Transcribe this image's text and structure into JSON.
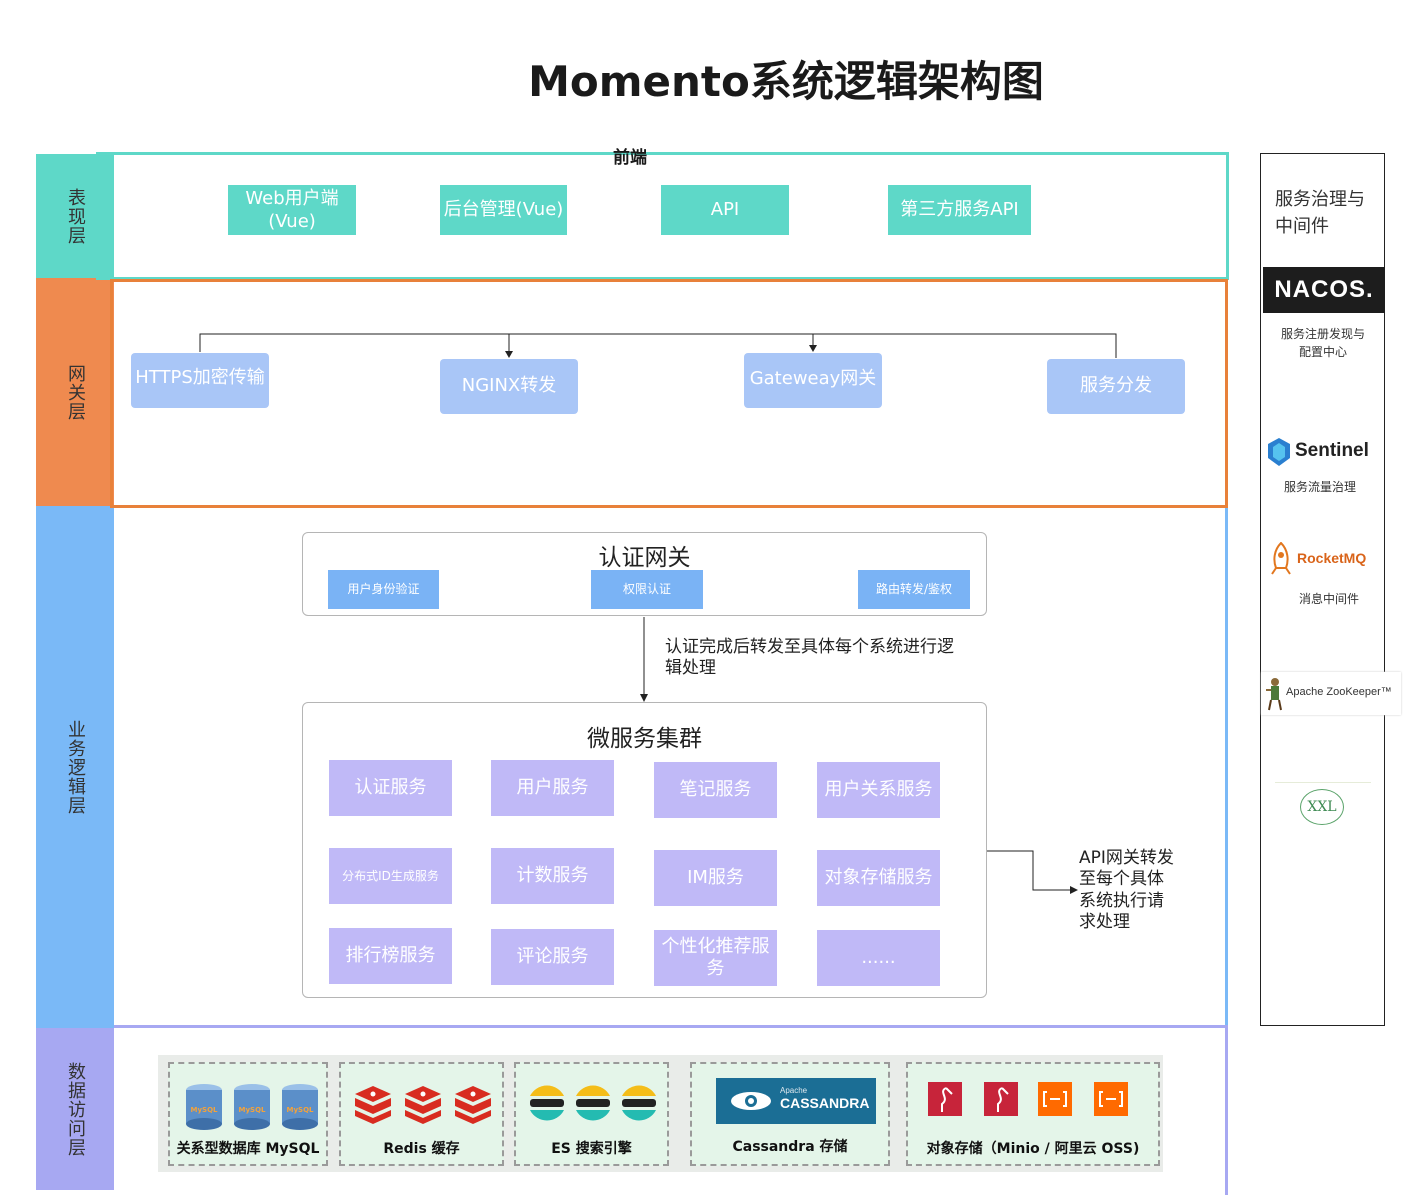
{
  "title": "Momento系统逻辑架构图",
  "front_label": "前端",
  "layers": {
    "presentation": "表现层",
    "gateway": "网关层",
    "business": "业务逻辑层",
    "data": "数据访问层"
  },
  "presentation_items": [
    "Web用户端(Vue)",
    "后台管理(Vue)",
    "API",
    "第三方服务API"
  ],
  "gateway_items": [
    "HTTPS加密传输",
    "NGINX转发",
    "Gateweay网关",
    "服务分发"
  ],
  "auth": {
    "title": "认证网关",
    "items": [
      "用户身份验证",
      "权限认证",
      "路由转发/鉴权"
    ]
  },
  "auth_note": "认证完成后转发至具体每个系统进行逻辑处理",
  "microservices": {
    "title": "微服务集群",
    "items": [
      "认证服务",
      "用户服务",
      "笔记服务",
      "用户关系服务",
      "分布式ID生成服务",
      "计数服务",
      "IM服务",
      "对象存储服务",
      "排行榜服务",
      "评论服务",
      "个性化推荐服务",
      "......"
    ]
  },
  "api_note": "API网关转发至每个具体系统执行请求处理",
  "data_stores": [
    {
      "label": "关系型数据库 MySQL",
      "icon": "mysql-db-icon",
      "icon_text": "MySQL"
    },
    {
      "label": "Redis 缓存",
      "icon": "redis-icon"
    },
    {
      "label": "ES 搜索引擎",
      "icon": "elasticsearch-icon"
    },
    {
      "label": "Cassandra 存储",
      "icon": "cassandra-icon",
      "icon_small": "Apache",
      "icon_text": "CASSANDRA"
    },
    {
      "label": "对象存储（Minio / 阿里云 OSS)",
      "icon": "object-storage-icon"
    }
  ],
  "side": {
    "title": "服务治理与中间件",
    "nacos": {
      "logo": "NACOS.",
      "desc": "服务注册发现与配置中心"
    },
    "sentinel": {
      "logo": "Sentinel",
      "desc": "服务流量治理"
    },
    "rocketmq": {
      "logo": "RocketMQ",
      "desc": "消息中间件"
    },
    "zookeeper": {
      "logo": "Apache ZooKeeper™"
    },
    "xxl": {
      "logo": "XXL"
    }
  },
  "colors": {
    "teal": "#5ed8c8",
    "orange": "#e8813a",
    "blue": "#7ab9f7",
    "purple": "#a7a8f2",
    "gateway_box": "#a9c6f7",
    "service_box": "#c0b9f7",
    "auth_box": "#7ab3f5"
  }
}
